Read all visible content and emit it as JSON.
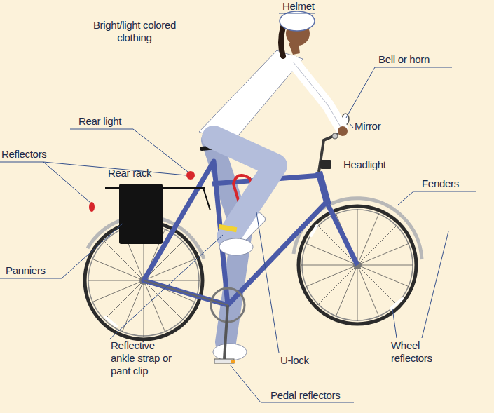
{
  "diagram": {
    "labels": [
      "Helmet",
      "Bright/light colored clothing",
      "Bell or horn",
      "Mirror",
      "Rear light",
      "Reflectors",
      "Rear rack",
      "Headlight",
      "Fenders",
      "Panniers",
      "Reflective ankle strap or pant clip",
      "U-lock",
      "Wheel reflectors",
      "Pedal reflectors"
    ]
  }
}
